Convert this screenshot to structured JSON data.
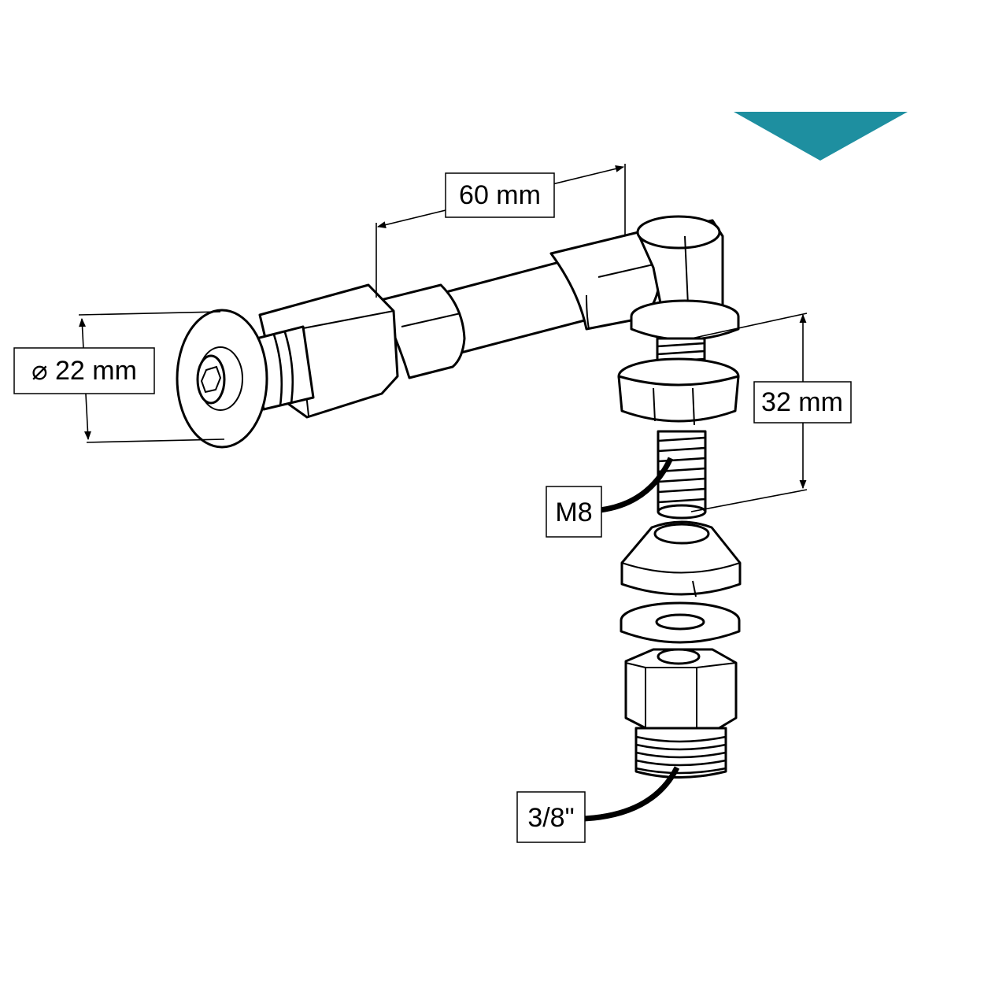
{
  "colors": {
    "accent": "#1e8fa0",
    "line": "#000000",
    "background": "#ffffff"
  },
  "labels": {
    "diameter": "⌀ 22 mm",
    "length": "60 mm",
    "height": "32 mm",
    "thread_m8": "M8",
    "thread_pipe": "3/8\""
  }
}
